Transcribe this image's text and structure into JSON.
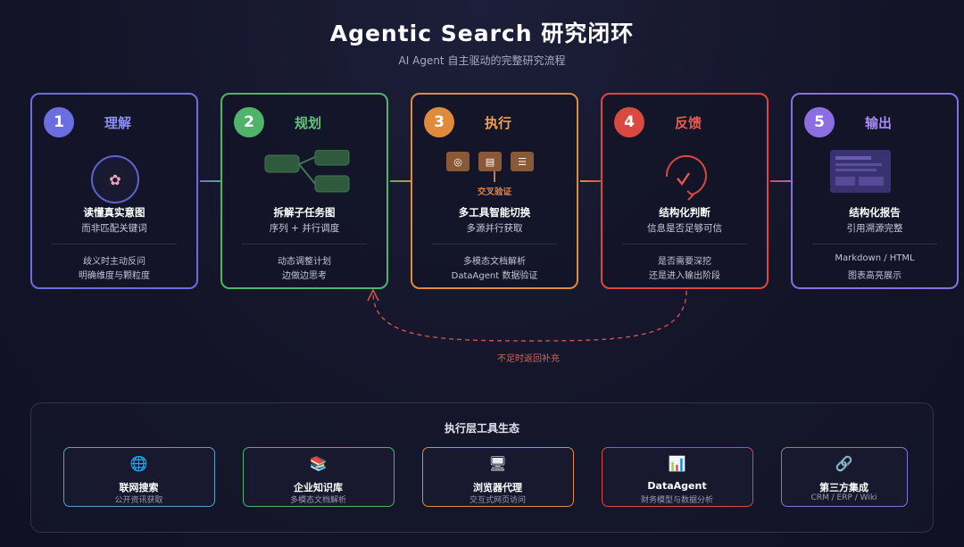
{
  "title": "Agentic Search 研究闭环",
  "subtitle": "AI Agent 自主驱动的完整研究流程",
  "colors": {
    "step1": "#6a6ee0",
    "step2": "#4fb36a",
    "step3": "#e08a3c",
    "step4": "#d9493f",
    "step5": "#8b6fe0",
    "feedback_loop": "#c8564c"
  },
  "steps": [
    {
      "num": "1",
      "label": "理解",
      "headline": "读懂真实意图",
      "subline": "而非匹配关键词",
      "note1": "歧义时主动反问",
      "note2": "明确维度与颗粒度",
      "icon": "brain-icon"
    },
    {
      "num": "2",
      "label": "规划",
      "headline": "拆解子任务图",
      "subline": "序列 + 并行调度",
      "note1": "动态调整计划",
      "note2": "边做边思考",
      "icon": "task-graph-icon"
    },
    {
      "num": "3",
      "label": "执行",
      "headline": "多工具智能切换",
      "subline": "多源并行获取",
      "note1": "多模态文档解析",
      "note2": "DataAgent 数据验证",
      "icon": "tools-icon",
      "cross_check": "交叉验证"
    },
    {
      "num": "4",
      "label": "反馈",
      "headline": "结构化判断",
      "subline": "信息是否足够可信",
      "note1": "是否需要深挖",
      "note2": "还是进入输出阶段",
      "icon": "refresh-check-icon"
    },
    {
      "num": "5",
      "label": "输出",
      "headline": "结构化报告",
      "subline": "引用溯源完整",
      "note1": "Markdown / HTML",
      "note2": "图表高亮展示",
      "icon": "report-icon"
    }
  ],
  "feedback_label": "不足时返回补充",
  "ecosystem": {
    "title": "执行层工具生态",
    "tools": [
      {
        "name": "联网搜索",
        "sub": "公开资讯获取",
        "icon": "globe-icon",
        "glyph": "🌐"
      },
      {
        "name": "企业知识库",
        "sub": "多模态文档解析",
        "icon": "books-icon",
        "glyph": "📚"
      },
      {
        "name": "浏览器代理",
        "sub": "交互式网页访问",
        "icon": "monitor-icon",
        "glyph": "🖥"
      },
      {
        "name": "DataAgent",
        "sub": "财务模型与数据分析",
        "icon": "bar-chart-icon",
        "glyph": "📊"
      },
      {
        "name": "第三方集成",
        "sub": "CRM / ERP / Wiki",
        "icon": "link-icon",
        "glyph": "🔗"
      }
    ]
  }
}
